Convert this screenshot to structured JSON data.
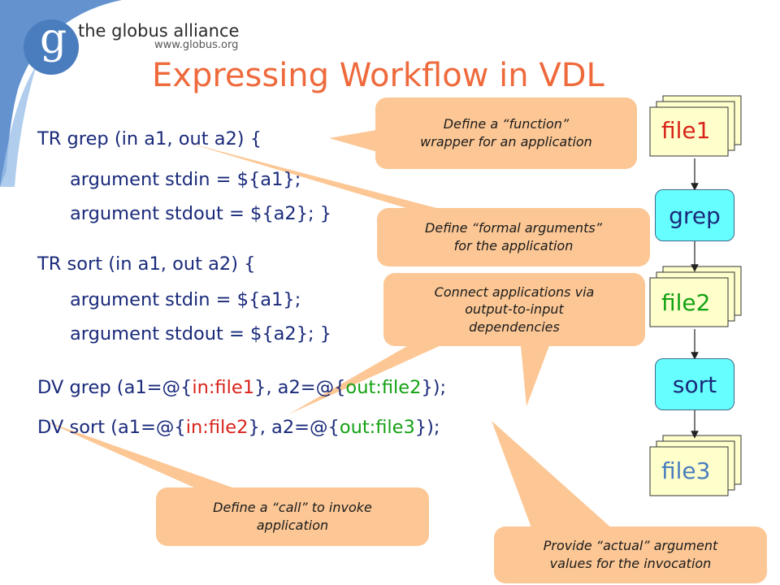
{
  "logo": {
    "letter": "g",
    "org": "the globus alliance",
    "url": "www.globus.org"
  },
  "slide": {
    "title": "Expressing Workflow in VDL"
  },
  "code": {
    "tr_grep": {
      "header": "TR grep (in a1, out a2) {",
      "line_stdin": "argument stdin = ${a1};",
      "line_stdout": "argument stdout = ${a2}; }"
    },
    "tr_sort": {
      "header": "TR sort (in a1, out a2) {",
      "line_stdin": "argument stdin = ${a1};",
      "line_stdout": "argument stdout = ${a2}; }"
    },
    "dv_grep": {
      "prefix": "DV grep (a1=@{",
      "in_ref": "in:file1",
      "middle": "}, a2=@{",
      "out_ref": "out:file2",
      "suffix": "});"
    },
    "dv_sort": {
      "prefix": "DV sort (a1=@{",
      "in_ref": "in:file2",
      "middle": "}, a2=@{",
      "out_ref": "out:file3",
      "suffix": "});"
    }
  },
  "callouts": {
    "function_wrapper": {
      "line1": "Define a “function”",
      "line2": "wrapper for an application"
    },
    "formal_args": {
      "line1": "Define “formal arguments”",
      "line2": "for the application"
    },
    "connect_apps": {
      "line1": "Connect applications via",
      "line2": "output-to-input",
      "line3": "dependencies"
    },
    "define_call": {
      "line1": "Define a “call” to invoke",
      "line2": "application"
    },
    "actual_args": {
      "line1": "Provide “actual” argument",
      "line2": "values for the invocation"
    }
  },
  "workflow": {
    "file1": "file1",
    "grep": "grep",
    "file2": "file2",
    "sort": "sort",
    "file3": "file3"
  },
  "colors": {
    "title": "#ee6a3c",
    "code": "#1a2a7a",
    "input_ref": "#d8241b",
    "output_ref": "#14a114",
    "callout": "#fcc795",
    "process_box": "#66ffff",
    "file_page": "#ffffcc",
    "logo_blue": "#4a7dbe"
  }
}
